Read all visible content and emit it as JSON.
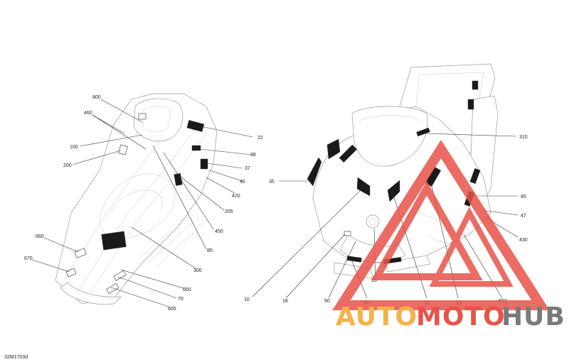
{
  "figure_code": "32M1703d",
  "watermark": {
    "part1": "AUTO",
    "part2": "MOTO",
    "part3": "HUB",
    "colors": {
      "auto": "#f5b24a",
      "moto": "#e8534a",
      "hub": "#7a7a7a",
      "triangle": "#e8534a"
    }
  },
  "callouts_left": [
    "800",
    "460",
    "100",
    "200",
    "22",
    "38",
    "37",
    "46",
    "420",
    "205",
    "450",
    "85",
    "660",
    "670",
    "300",
    "660",
    "70",
    "665"
  ],
  "callouts_right": [
    "310",
    "35",
    "45",
    "47",
    "430",
    "10",
    "18",
    "50",
    "91",
    "15",
    "20",
    "23",
    "552"
  ]
}
